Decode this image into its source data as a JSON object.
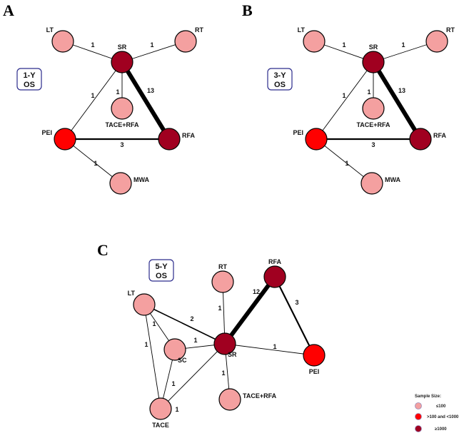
{
  "colors": {
    "small": "#f4a0a0",
    "medium": "#ff0000",
    "large": "#a00020",
    "box_border": "#2c2c8c",
    "edge": "#000000"
  },
  "panels": [
    {
      "letter": "A",
      "os_label": [
        "1-Y",
        "OS"
      ],
      "nodes": [
        {
          "id": "LT",
          "label": "LT",
          "size": "small"
        },
        {
          "id": "SR",
          "label": "SR",
          "size": "large"
        },
        {
          "id": "RT",
          "label": "RT",
          "size": "small"
        },
        {
          "id": "TACE+RFA",
          "label": "TACE+RFA",
          "size": "small"
        },
        {
          "id": "PEI",
          "label": "PEI",
          "size": "medium"
        },
        {
          "id": "RFA",
          "label": "RFA",
          "size": "large"
        },
        {
          "id": "MWA",
          "label": "MWA",
          "size": "small"
        }
      ],
      "edges": [
        {
          "from": "LT",
          "to": "SR",
          "n": 1
        },
        {
          "from": "RT",
          "to": "SR",
          "n": 1
        },
        {
          "from": "SR",
          "to": "TACE+RFA",
          "n": 1
        },
        {
          "from": "SR",
          "to": "RFA",
          "n": 13
        },
        {
          "from": "SR",
          "to": "PEI",
          "n": 1
        },
        {
          "from": "PEI",
          "to": "RFA",
          "n": 3
        },
        {
          "from": "PEI",
          "to": "MWA",
          "n": 1
        }
      ]
    },
    {
      "letter": "B",
      "os_label": [
        "3-Y",
        "OS"
      ],
      "nodes": [
        {
          "id": "LT",
          "label": "LT",
          "size": "small"
        },
        {
          "id": "SR",
          "label": "SR",
          "size": "large"
        },
        {
          "id": "RT",
          "label": "RT",
          "size": "small"
        },
        {
          "id": "TACE+RFA",
          "label": "TACE+RFA",
          "size": "small"
        },
        {
          "id": "PEI",
          "label": "PEI",
          "size": "medium"
        },
        {
          "id": "RFA",
          "label": "RFA",
          "size": "large"
        },
        {
          "id": "MWA",
          "label": "MWA",
          "size": "small"
        }
      ],
      "edges": [
        {
          "from": "LT",
          "to": "SR",
          "n": 1
        },
        {
          "from": "RT",
          "to": "SR",
          "n": 1
        },
        {
          "from": "SR",
          "to": "TACE+RFA",
          "n": 1
        },
        {
          "from": "SR",
          "to": "RFA",
          "n": 13
        },
        {
          "from": "SR",
          "to": "PEI",
          "n": 1
        },
        {
          "from": "PEI",
          "to": "RFA",
          "n": 3
        },
        {
          "from": "PEI",
          "to": "MWA",
          "n": 1
        }
      ]
    },
    {
      "letter": "C",
      "os_label": [
        "5-Y",
        "OS"
      ],
      "nodes": [
        {
          "id": "RT",
          "label": "RT",
          "size": "small"
        },
        {
          "id": "RFA",
          "label": "RFA",
          "size": "large"
        },
        {
          "id": "LT",
          "label": "LT",
          "size": "small"
        },
        {
          "id": "SR",
          "label": "SR",
          "size": "large"
        },
        {
          "id": "SC",
          "label": "SC",
          "size": "small"
        },
        {
          "id": "PEI",
          "label": "PEI",
          "size": "medium"
        },
        {
          "id": "TACE+RFA",
          "label": "TACE+RFA",
          "size": "small"
        },
        {
          "id": "TACE",
          "label": "TACE",
          "size": "small"
        }
      ],
      "edges": [
        {
          "from": "RT",
          "to": "SR",
          "n": 1
        },
        {
          "from": "RFA",
          "to": "SR",
          "n": 12
        },
        {
          "from": "RFA",
          "to": "PEI",
          "n": 3
        },
        {
          "from": "LT",
          "to": "SR",
          "n": 2
        },
        {
          "from": "LT",
          "to": "SC",
          "n": 1
        },
        {
          "from": "LT",
          "to": "TACE",
          "n": 1
        },
        {
          "from": "SC",
          "to": "SR",
          "n": 1
        },
        {
          "from": "SC",
          "to": "TACE",
          "n": 1
        },
        {
          "from": "SR",
          "to": "PEI",
          "n": 1
        },
        {
          "from": "SR",
          "to": "TACE+RFA",
          "n": 1
        },
        {
          "from": "SR",
          "to": "TACE",
          "n": 1
        }
      ]
    }
  ],
  "legend": {
    "title": "Sample Size:",
    "items": [
      {
        "size": "small",
        "label": "≤100"
      },
      {
        "size": "medium",
        "label": ">100 and <1000"
      },
      {
        "size": "large",
        "label": "≥1000"
      }
    ]
  }
}
